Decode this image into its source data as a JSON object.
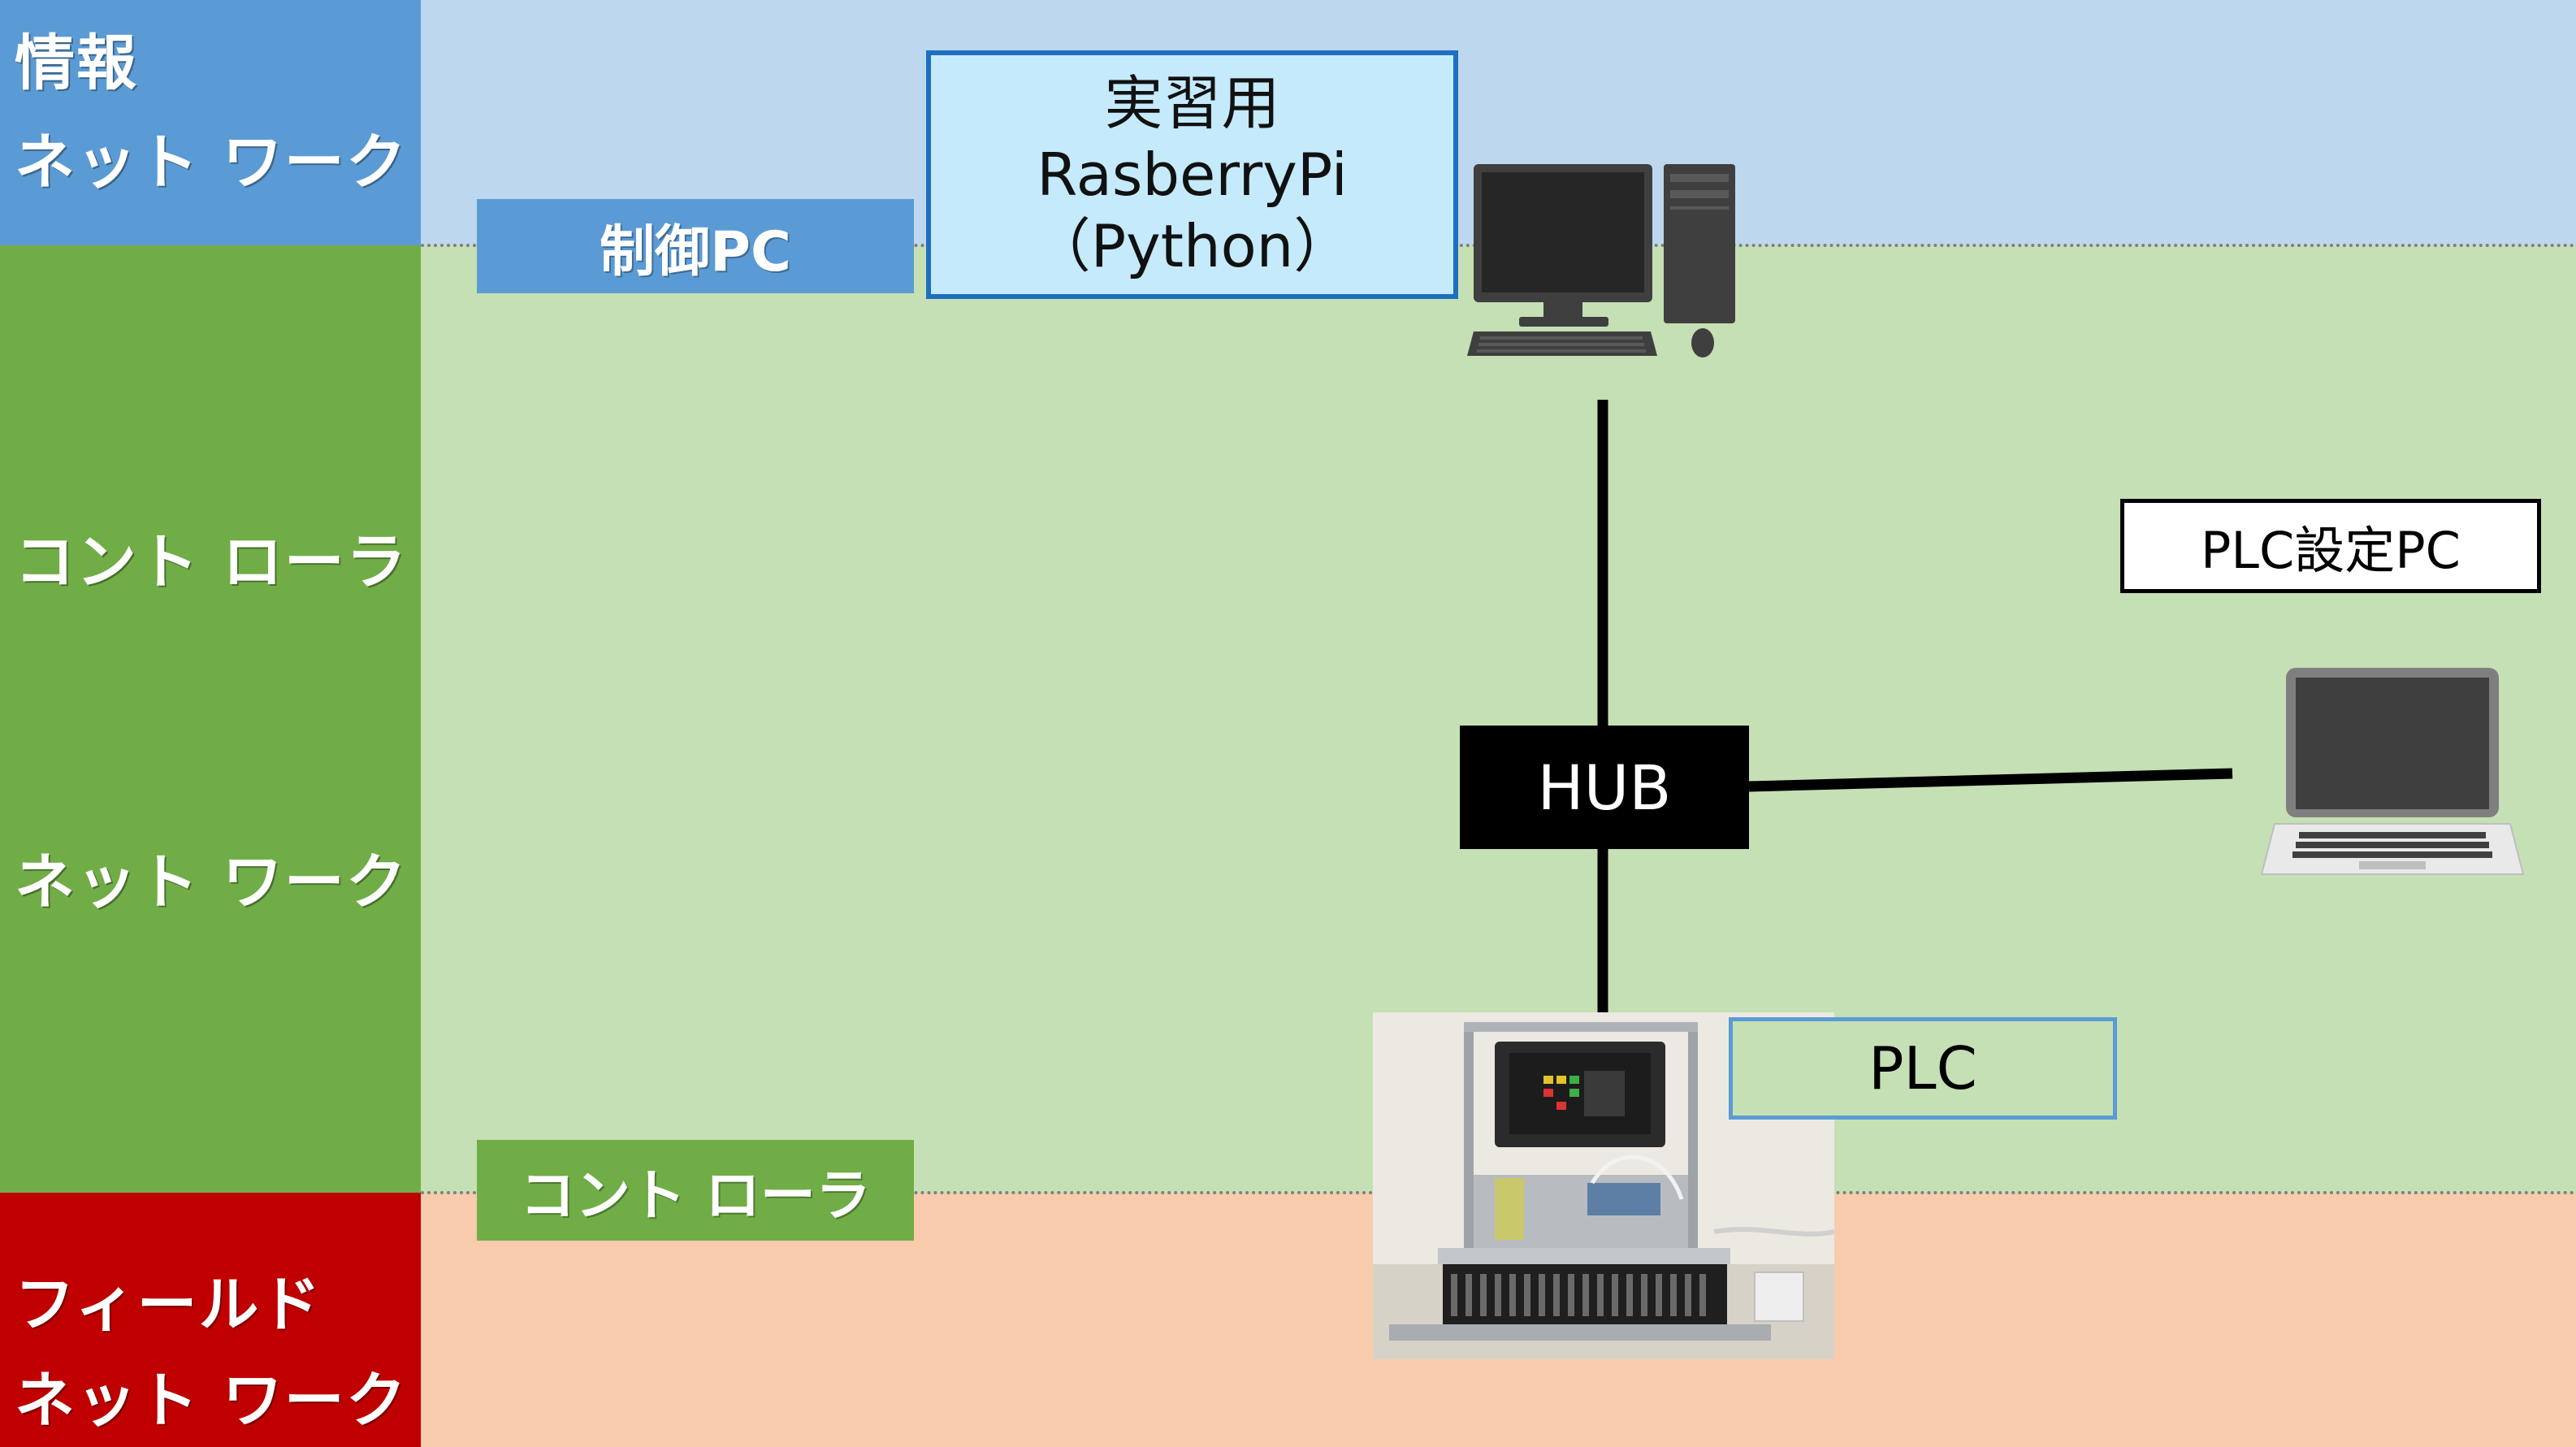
{
  "zones": {
    "info": {
      "line1": "情報",
      "line2": "ネット ワーク"
    },
    "controller": {
      "line1": "コント ローラ",
      "line2": "ネット ワーク"
    },
    "field": {
      "line1": "フィールド",
      "line2": "ネット ワーク"
    }
  },
  "tags": {
    "control_pc": "制御PC",
    "controller": "コント ローラ"
  },
  "boxes": {
    "raspberry_pi": {
      "line1": "実習用",
      "line2": "RasberryPi",
      "line3": "（Python）"
    },
    "plc_settings_pc": "PLC設定PC",
    "hub": "HUB",
    "plc": "PLC"
  },
  "icons": {
    "desktop": "desktop-computer-icon",
    "laptop": "laptop-icon",
    "plc_photo": "plc-device-photo"
  },
  "colors": {
    "info_band": "#bdd7ee",
    "info_label": "#5b9bd5",
    "controller_band": "#c5e0b4",
    "controller_label": "#70ad47",
    "field_band": "#f8cbad",
    "field_label": "#c00000",
    "hub": "#000000"
  }
}
